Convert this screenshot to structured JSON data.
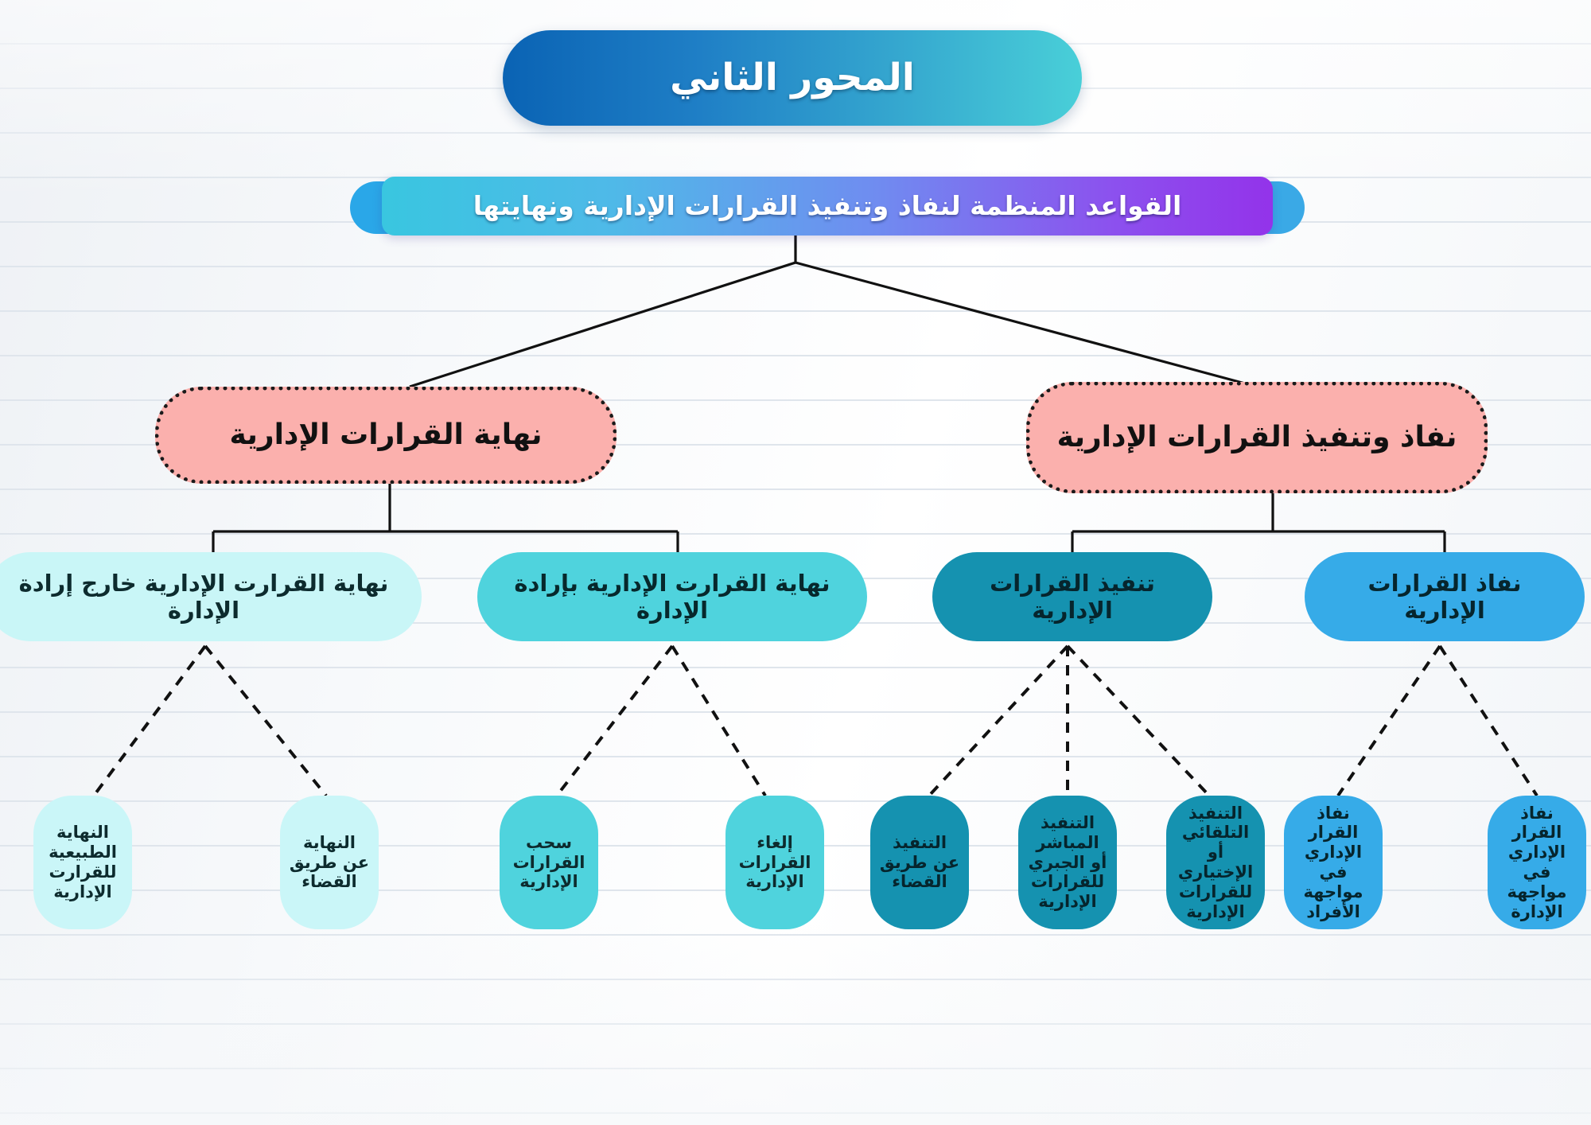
{
  "document": {
    "language": "ar",
    "direction": "rtl",
    "kind": "hierarchy-diagram"
  },
  "header": {
    "title": "المحور الثاني",
    "subtitle": "القواعد المنظمة لنفاذ وتنفيذ القرارات الإدارية ونهايتها"
  },
  "colors": {
    "title_gradient_start": "#0a63b4",
    "title_gradient_end": "#49cfd8",
    "subtitle_gradient_start": "#39c6e0",
    "subtitle_gradient_end": "#9333ea",
    "branch_pink": "#fbb0ad",
    "branch_border": "#1a1a1a",
    "level3_light_cyan": "#c9f6f7",
    "level3_cyan": "#4fd3dd",
    "level3_teal": "#1592b0",
    "level3_blue": "#36abe8",
    "paper": "#f4f6f8",
    "rule_line": "#dfe5ec"
  },
  "branches": {
    "right": {
      "label": "نفاذ وتنفيذ القرارات الإدارية"
    },
    "left": {
      "label": "نهاية القرارات الإدارية"
    }
  },
  "level3": {
    "a": {
      "label": "نهاية القرارت الإدارية خارج إرادة الإدارة"
    },
    "b": {
      "label": "نهاية القرارت الإدارية بإرادة الإدارة"
    },
    "c": {
      "label": "تنفيذ القرارات الإدارية"
    },
    "d": {
      "label": "نفاذ القرارات الإدارية"
    }
  },
  "leaves": {
    "a1": {
      "label": "النهاية الطبيعية للقرارت الإدارية"
    },
    "a2": {
      "label": "النهاية عن طريق القضاء"
    },
    "b1": {
      "label": "سحب القرارات الإدارية"
    },
    "b2": {
      "label": "إلغاء القرارات الإدارية"
    },
    "c1": {
      "label": "التنفيذ عن طريق القضاء"
    },
    "c2": {
      "label": "التنفيذ المباشر أو الجبري للقرارات الإدارية"
    },
    "c3": {
      "label": "التنفيذ التلقائي أو الإختياري للقرارات الإدارية"
    },
    "d1": {
      "label": "نفاذ القرار الإداري في مواجهة الأفراد"
    },
    "d2": {
      "label": "نفاذ القرار الإداري في مواجهة الإدارة"
    }
  }
}
